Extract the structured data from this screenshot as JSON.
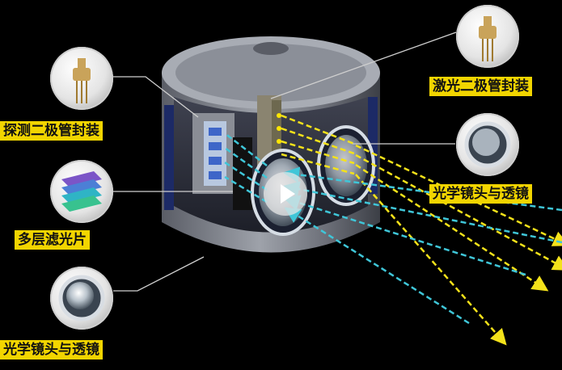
{
  "labels": {
    "photodiode": "探测二极管封装",
    "laser": "激光二极管封装",
    "filter": "多层滤光片",
    "lens_right": "光学镜头与透镜",
    "lens_left": "光学镜头与透镜"
  },
  "icons": {
    "photodiode": "diode-package-icon",
    "laser": "diode-package-icon",
    "filter": "filter-stack-icon",
    "lens_right": "lens-icon",
    "lens_left": "lens-icon",
    "play": "play-icon"
  },
  "colors": {
    "label_bg": "#f2d500",
    "beam_yellow": "#f4e21a",
    "beam_cyan": "#3fc6d8",
    "background": "#000000"
  }
}
